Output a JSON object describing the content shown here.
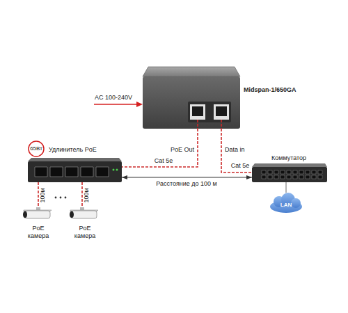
{
  "diagram": {
    "nodes": [
      {
        "text": [
          "Midspan-1/650GA"
        ]
      },
      {
        "text": [
          "65Вт"
        ]
      },
      {
        "text": [
          "Удлинитель PoE"
        ]
      },
      {
        "text": [
          "Коммутатор"
        ]
      },
      {
        "text": [
          "LAN"
        ]
      },
      {
        "text": [
          "PoE камера"
        ]
      },
      {
        "text": [
          "PoE камера"
        ]
      }
    ],
    "edges": [
      {
        "from": 0,
        "to": 2,
        "label": "Cat 5e",
        "arrow": "none"
      },
      {
        "from": 0,
        "to": 3,
        "label": "Cat 5e",
        "arrow": "none"
      },
      {
        "from": 2,
        "to": 3,
        "label": "Расстояние до 100 м",
        "arrow": "both"
      },
      {
        "from": 3,
        "to": 4,
        "arrow": "none"
      },
      {
        "from": 2,
        "to": 5,
        "label": "100м",
        "arrow": "none"
      },
      {
        "from": 2,
        "to": 6,
        "label": "100м",
        "arrow": "none"
      }
    ],
    "labels": [
      "AC 100-240V",
      "PoE Out",
      "Data in"
    ]
  }
}
